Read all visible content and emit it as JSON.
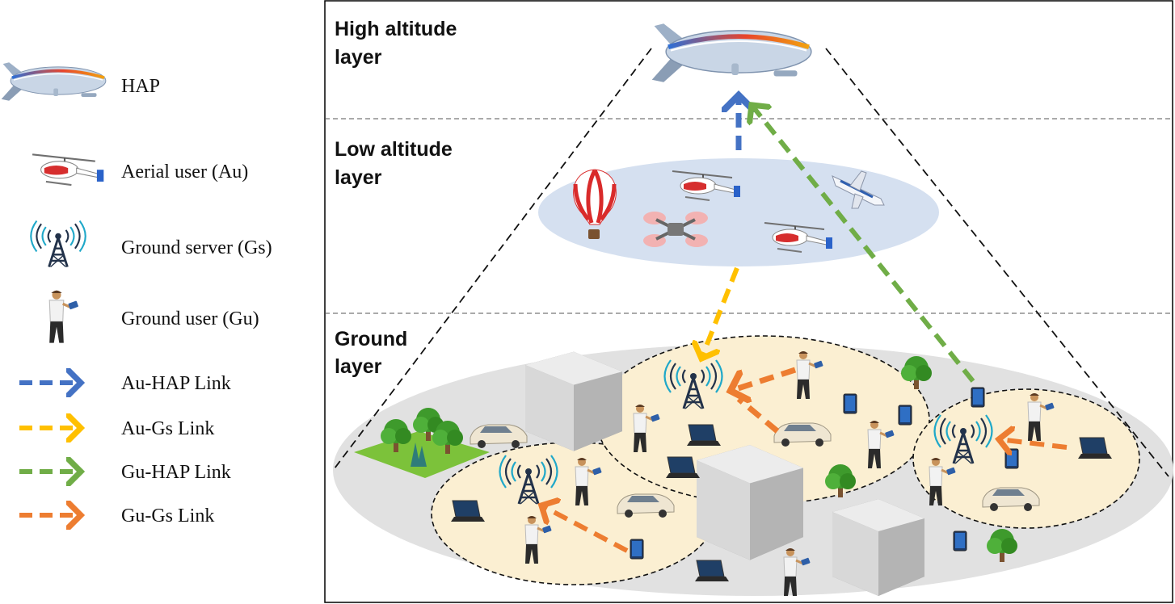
{
  "legend": {
    "items": [
      {
        "icon": "hap-airship-icon",
        "label": "HAP"
      },
      {
        "icon": "helicopter-icon",
        "label": "Aerial user (Au)"
      },
      {
        "icon": "radio-tower-icon",
        "label": "Ground server (Gs)"
      },
      {
        "icon": "person-with-tablet-icon",
        "label": "Ground user (Gu)"
      }
    ],
    "links": [
      {
        "label": "Au-HAP Link",
        "color": "#4472C4"
      },
      {
        "label": "Au-Gs Link",
        "color": "#FFC000"
      },
      {
        "label": "Gu-HAP Link",
        "color": "#70AD47"
      },
      {
        "label": "Gu-Gs Link",
        "color": "#ED7D31"
      }
    ]
  },
  "layers": {
    "high": {
      "line1": "High altitude",
      "line2": "layer"
    },
    "low": {
      "line1": "Low altitude",
      "line2": "layer"
    },
    "ground": {
      "line1": "Ground",
      "line2": "layer"
    }
  },
  "colors": {
    "low_layer_fill": "#D5E0F0",
    "ground_fill": "#E1E1E1",
    "cell_fill": "#FBEFD2",
    "grass": "#7CC23A",
    "border": "#000000"
  }
}
